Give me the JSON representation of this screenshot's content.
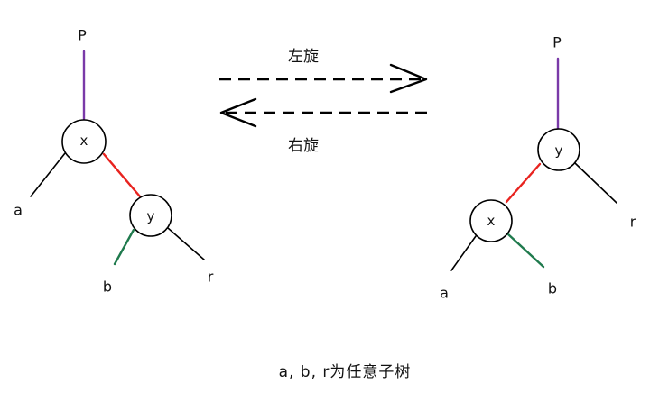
{
  "left_tree": {
    "parent_label": "P",
    "x_label": "x",
    "y_label": "y",
    "a_label": "a",
    "b_label": "b",
    "r_label": "r"
  },
  "right_tree": {
    "parent_label": "P",
    "x_label": "x",
    "y_label": "y",
    "a_label": "a",
    "b_label": "b",
    "r_label": "r"
  },
  "arrows": {
    "left_rotate_label": "左旋",
    "right_rotate_label": "右旋"
  },
  "caption": "a, b, r为任意子树",
  "colors": {
    "parent_edge": "#7a3aa8",
    "xy_edge": "#e8231f",
    "b_edge": "#1f7a4d",
    "plain_edge": "#000000"
  }
}
